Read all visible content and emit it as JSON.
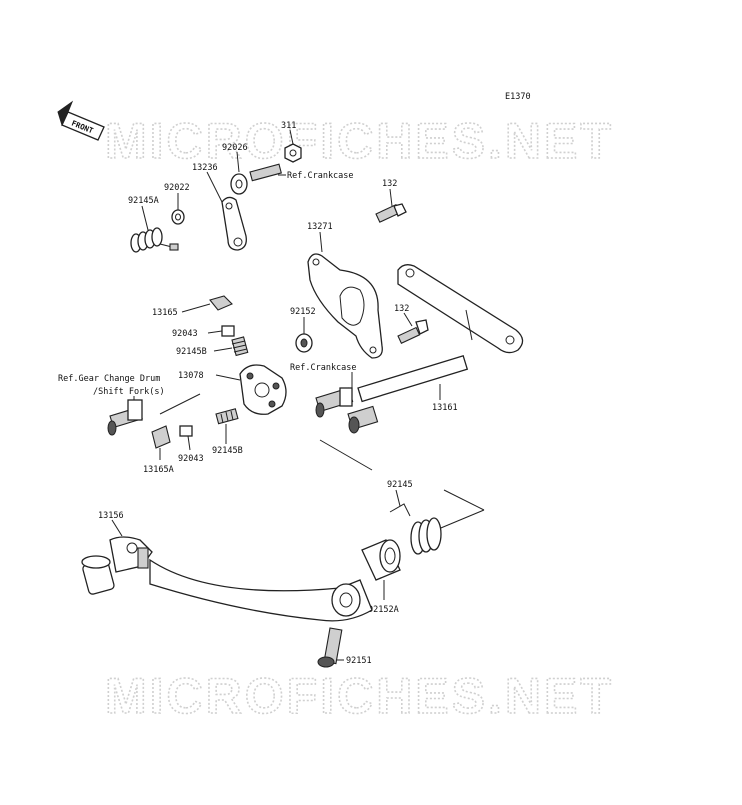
{
  "diagram_code": "E1370",
  "front_label": "FRONT",
  "watermark_text": "MICROFICHES.NET",
  "labels": {
    "p311": "311",
    "p92026": "92026",
    "p13236": "13236",
    "p92022": "92022",
    "p92145A": "92145A",
    "p132_top": "132",
    "p13271": "13271",
    "p13165_top": "13165",
    "p92043_top": "92043",
    "p92145B_top": "92145B",
    "p92152": "92152",
    "p132_mid": "132",
    "p13078": "13078",
    "p13161": "13161",
    "p92043_bot": "92043",
    "p92145B_bot": "92145B",
    "p13165A": "13165A",
    "p92145": "92145",
    "p13156": "13156",
    "p92152A": "92152A",
    "p92151": "92151"
  },
  "refs": {
    "crankcase_top": "Ref.Crankcase",
    "crankcase_mid": "Ref.Crankcase",
    "gear_change_line1": "Ref.Gear Change Drum",
    "gear_change_line2": "/Shift Fork(s)"
  }
}
